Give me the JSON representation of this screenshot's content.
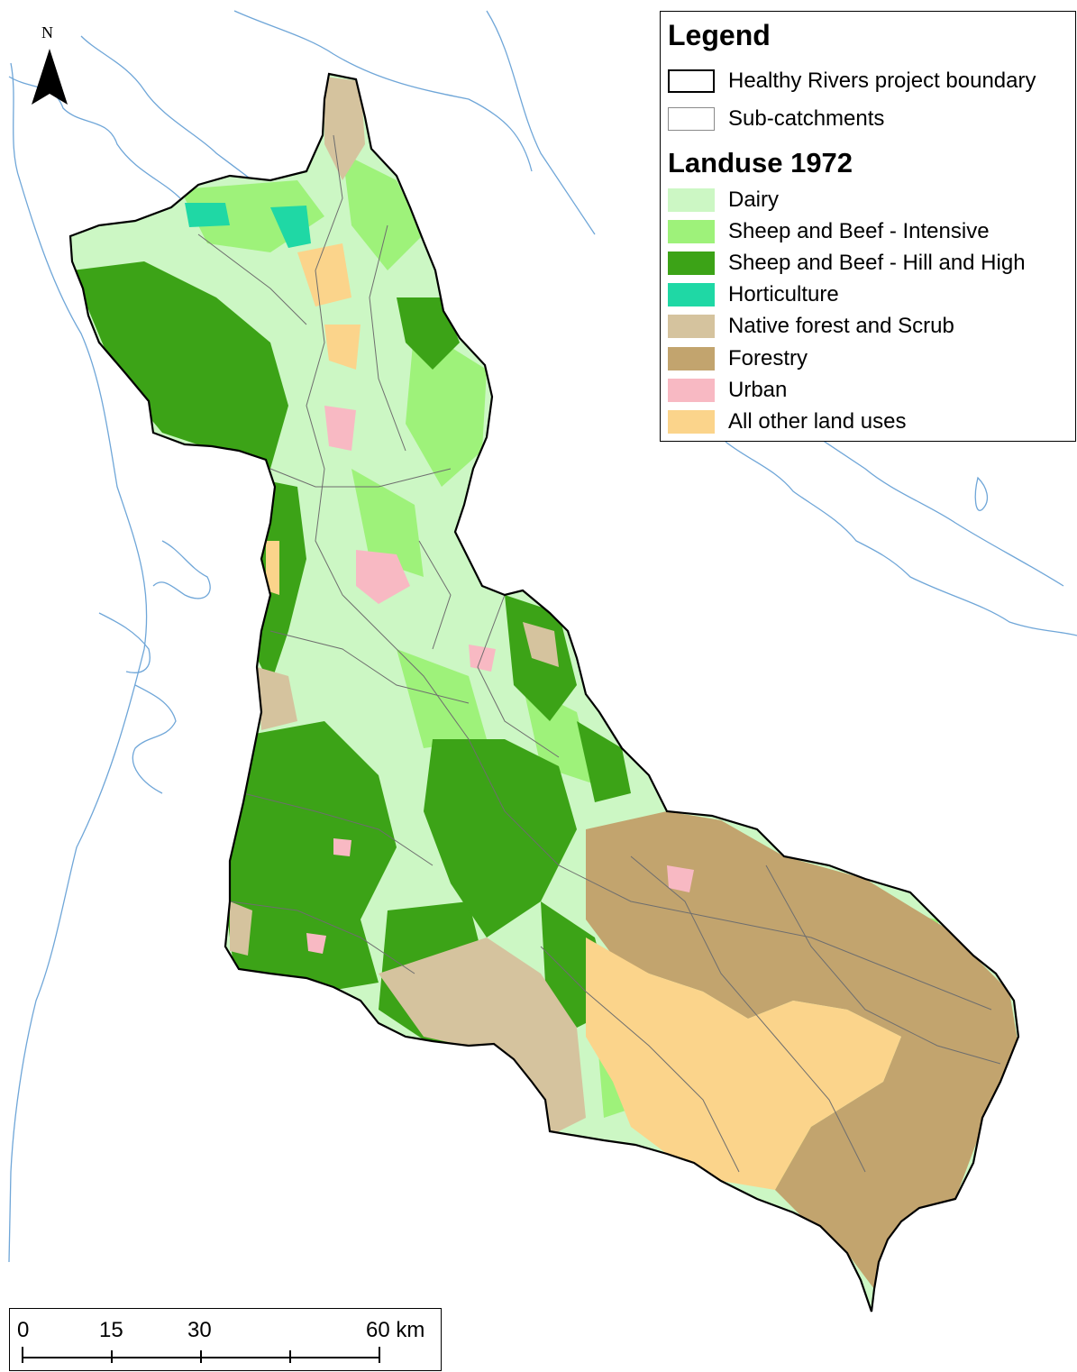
{
  "north_arrow": {
    "letter": "N"
  },
  "legend": {
    "title": "Legend",
    "boundary_items": [
      {
        "label": "Healthy Rivers project boundary",
        "stroke": "#000000",
        "stroke_width": "heavy"
      },
      {
        "label": "Sub-catchments",
        "stroke": "#8a8a8a",
        "stroke_width": "thin"
      }
    ],
    "landuse_title": "Landuse 1972",
    "landuse_items": [
      {
        "label": "Dairy",
        "color": "#ccf7c4"
      },
      {
        "label": "Sheep and Beef - Intensive",
        "color": "#9ef27a"
      },
      {
        "label": "Sheep and Beef - Hill and High",
        "color": "#3ca317"
      },
      {
        "label": "Horticulture",
        "color": "#1fd8a5"
      },
      {
        "label": "Native forest and Scrub",
        "color": "#d5c39e"
      },
      {
        "label": "Forestry",
        "color": "#c2a46e"
      },
      {
        "label": "Urban",
        "color": "#f8b9c3"
      },
      {
        "label": "All other land uses",
        "color": "#fbd48b"
      }
    ]
  },
  "scale_bar": {
    "labels": [
      "0",
      "15",
      "30",
      "60 km"
    ]
  },
  "colors": {
    "coastline": "#6fa6d8",
    "sub_catchment_lines": "#6e6e6e",
    "boundary": "#000000"
  }
}
